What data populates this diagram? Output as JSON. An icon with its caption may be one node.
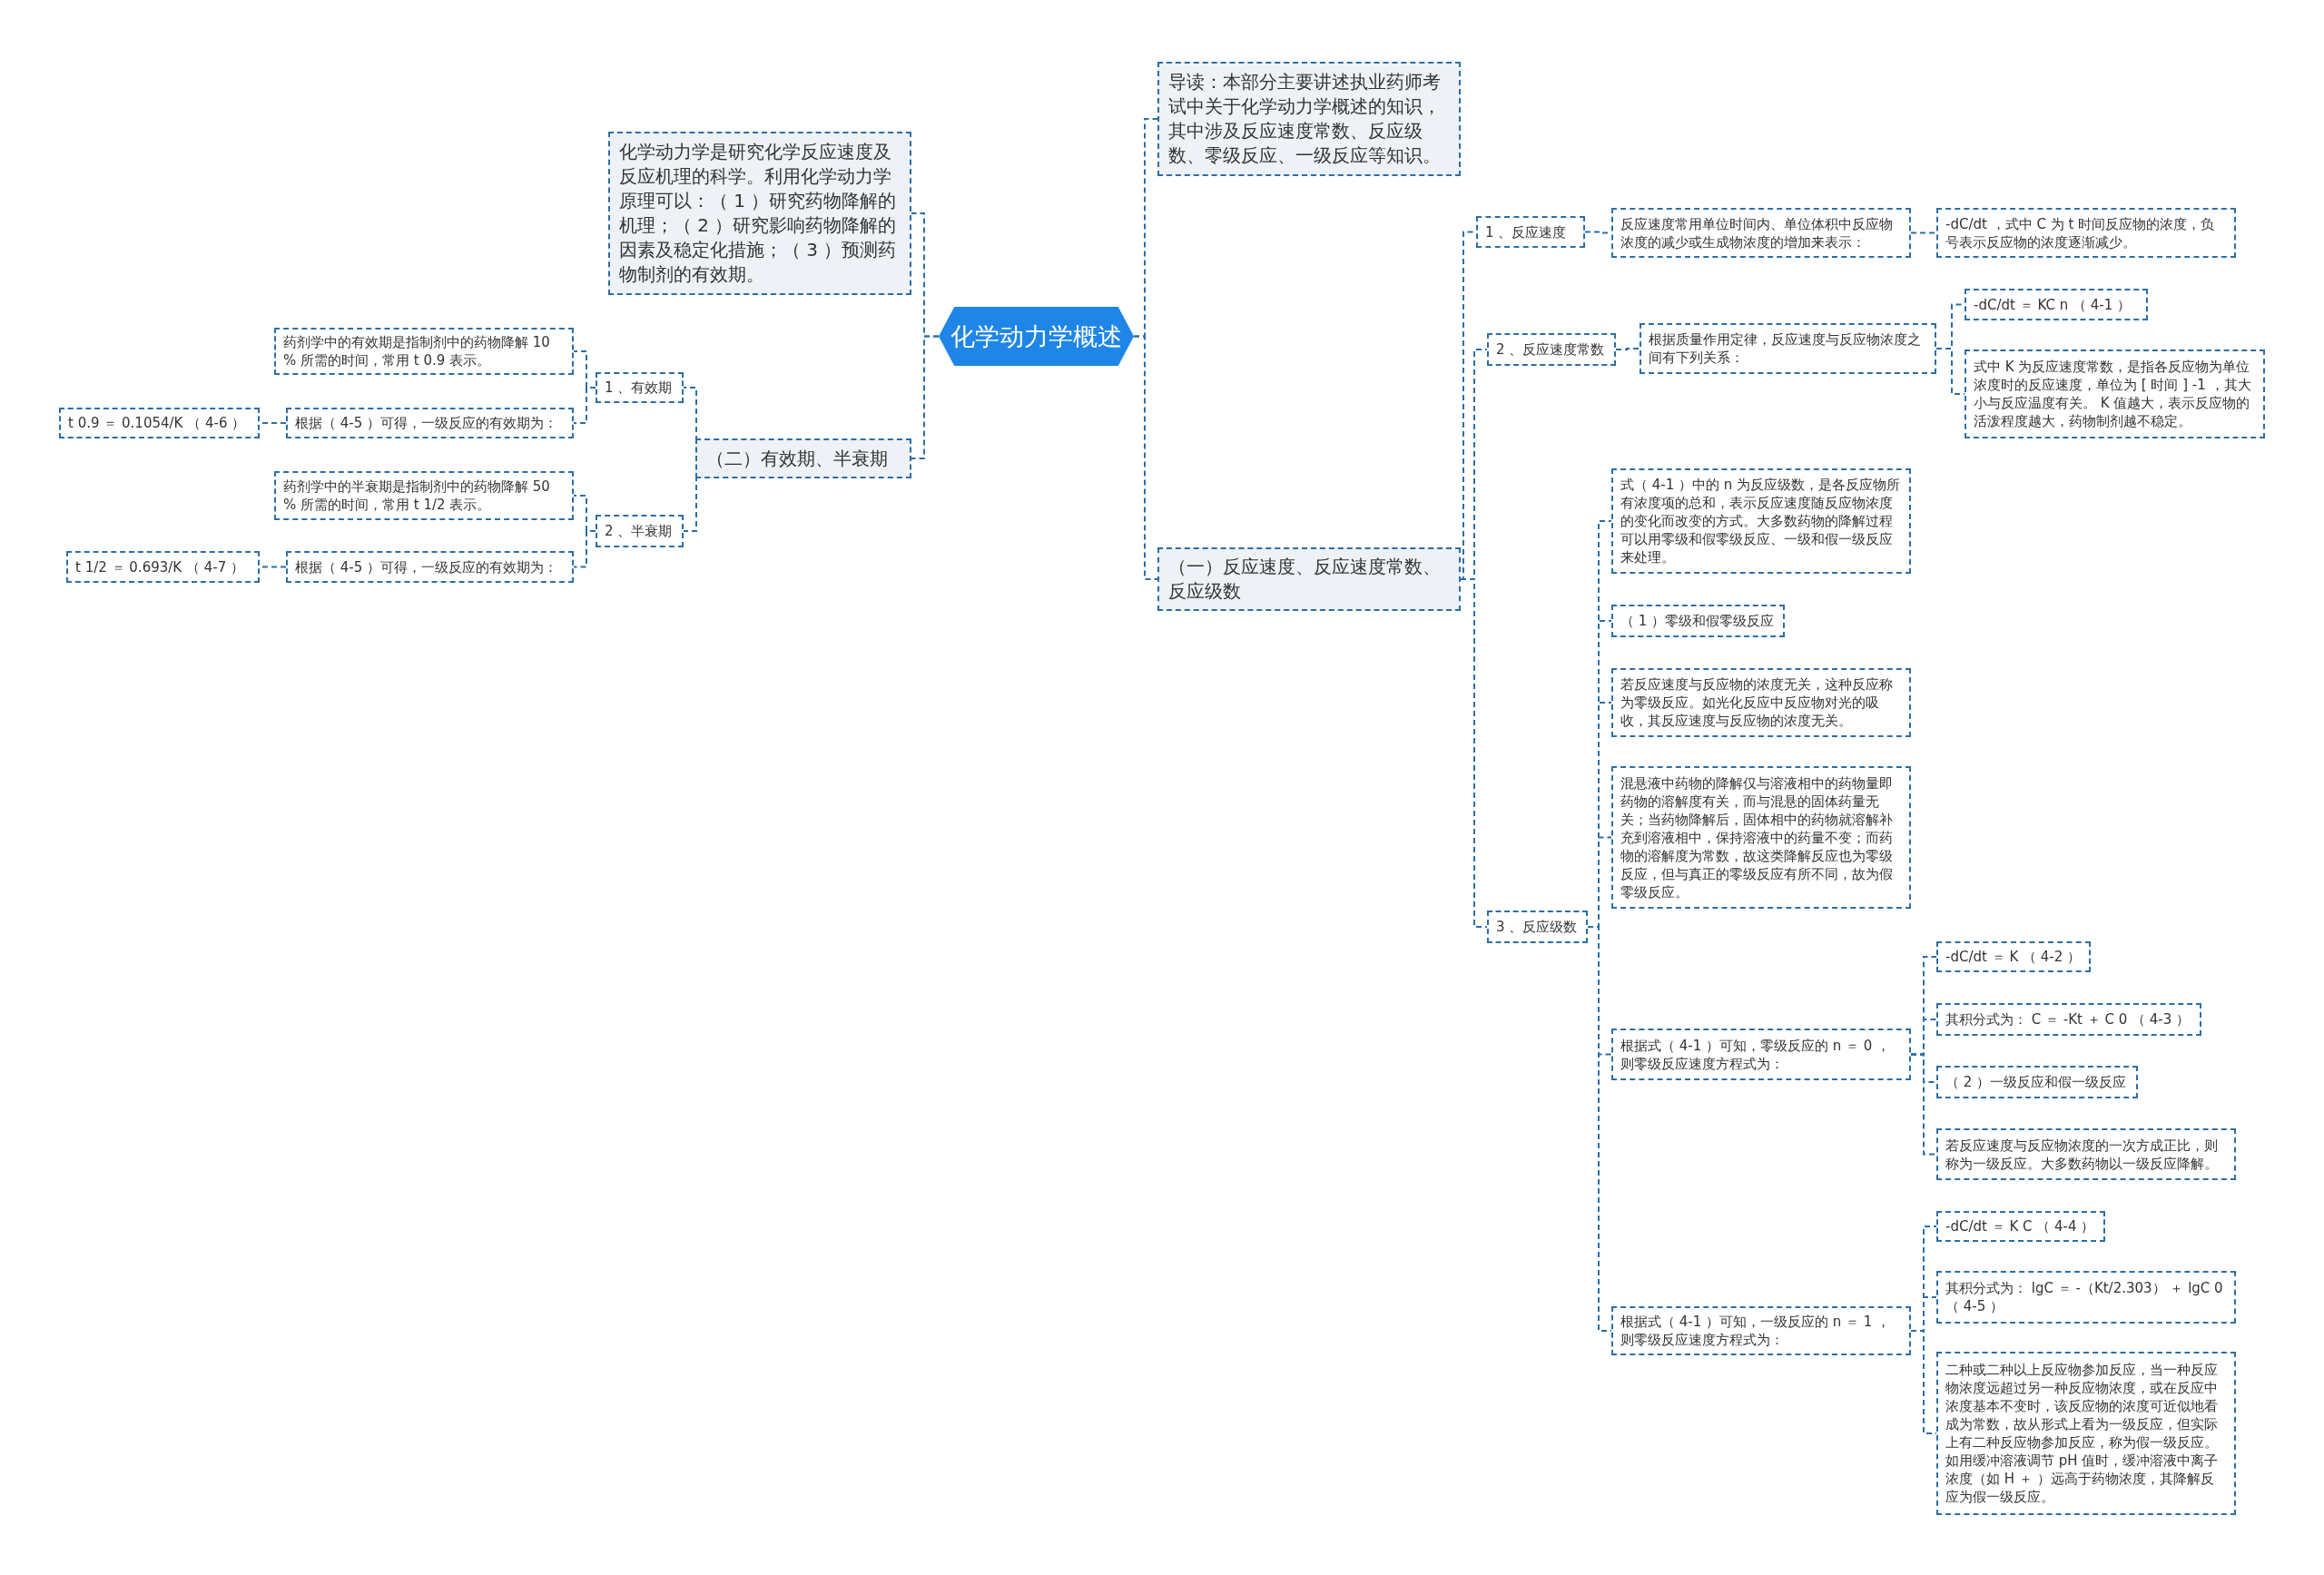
{
  "diagram": {
    "nodes": [
      {
        "text": [
          "化学动力学概述"
        ]
      },
      {
        "text": [
          "导读：本部分主要讲述执业药师考试中关于化学动力学概述的知识，其中涉及反应速度常数、反应级数、零级反应、一级反应等知识。"
        ]
      },
      {
        "text": [
          "（一）反应速度、反应速度常数、反应级数"
        ]
      },
      {
        "text": [
          "1 、反应速度"
        ]
      },
      {
        "text": [
          "反应速度常用单位时间内、单位体积中反应物浓度的减少或生成物浓度的增加来表示："
        ]
      },
      {
        "text": [
          "-dC/dt ，式中 C 为 t 时间反应物的浓度，负号表示反应物的浓度逐渐减少。"
        ]
      },
      {
        "text": [
          "2 、反应速度常数"
        ]
      },
      {
        "text": [
          "根据质量作用定律，反应速度与反应物浓度之间有下列关系："
        ]
      },
      {
        "text": [
          "-dC/dt ＝ KC n （ 4-1 ）"
        ]
      },
      {
        "text": [
          "式中 K 为反应速度常数，是指各反应物为单位浓度时的反应速度，单位为 [ 时间 ] -1 ，其大小与反应温度有关。 K 值越大，表示反应物的活泼程度越大，药物制剂越不稳定。"
        ]
      },
      {
        "text": [
          "3 、反应级数"
        ]
      },
      {
        "text": [
          "式（ 4-1 ）中的 n 为反应级数，是各反应物所有浓度项的总和，表示反应速度随反应物浓度的变化而改变的方式。大多数药物的降解过程可以用零级和假零级反应、一级和假一级反应来处理。"
        ]
      },
      {
        "text": [
          "（ 1 ）零级和假零级反应"
        ]
      },
      {
        "text": [
          "若反应速度与反应物的浓度无关，这种反应称为零级反应。如光化反应中反应物对光的吸收，其反应速度与反应物的浓度无关。"
        ]
      },
      {
        "text": [
          "混悬液中药物的降解仅与溶液相中的药物量即药物的溶解度有关，而与混悬的固体药量无关；当药物降解后，固体相中的药物就溶解补充到溶液相中，保持溶液中的药量不变；而药物的溶解度为常数，故这类降解反应也为零级反应，但与真正的零级反应有所不同，故为假零级反应。"
        ]
      },
      {
        "text": [
          "根据式（ 4-1 ）可知，零级反应的 n ＝ 0 ，则零级反应速度方程式为："
        ]
      },
      {
        "text": [
          "-dC/dt ＝ K （ 4-2 ）"
        ]
      },
      {
        "text": [
          "其积分式为： C ＝ -Kt ＋ C 0 （ 4-3 ）"
        ]
      },
      {
        "text": [
          "（ 2 ）一级反应和假一级反应"
        ]
      },
      {
        "text": [
          "若反应速度与反应物浓度的一次方成正比，则称为一级反应。大多数药物以一级反应降解。"
        ]
      },
      {
        "text": [
          "根据式（ 4-1 ）可知，一级反应的 n ＝ 1 ，则零级反应速度方程式为："
        ]
      },
      {
        "text": [
          "-dC/dt ＝ K C （ 4-4 ）"
        ]
      },
      {
        "text": [
          "其积分式为： lgC ＝ -（Kt/2.303） ＋ lgC 0 （ 4-5 ）"
        ]
      },
      {
        "text": [
          "二种或二种以上反应物参加反应，当一种反应物浓度远超过另一种反应物浓度，或在反应中浓度基本不变时，该反应物的浓度可近似地看成为常数，故从形式上看为一级反应，但实际上有二种反应物参加反应，称为假一级反应。如用缓冲溶液调节 pH 值时，缓冲溶液中离子浓度（如 H ＋ ）远高于药物浓度，其降解反应为假一级反应。"
        ]
      },
      {
        "text": [
          "化学动力学是研究化学反应速度及反应机理的科学。利用化学动力学原理可以：（ 1 ）研究药物降解的机理；（ 2 ）研究影响药物降解的因素及稳定化措施；（ 3 ）预测药物制剂的有效期。"
        ]
      },
      {
        "text": [
          "（二）有效期、半衰期"
        ]
      },
      {
        "text": [
          "1 、有效期"
        ]
      },
      {
        "text": [
          "药剂学中的有效期是指制剂中的药物降解 10 % 所需的时间，常用 t 0.9 表示。"
        ]
      },
      {
        "text": [
          "根据（ 4-5 ）可得，一级反应的有效期为："
        ]
      },
      {
        "text": [
          "t 0.9 ＝ 0.1054/K （ 4-6 ）"
        ]
      },
      {
        "text": [
          "2 、半衰期"
        ]
      },
      {
        "text": [
          "药剂学中的半衰期是指制剂中的药物降解 50 % 所需的时间，常用 t 1/2 表示。"
        ]
      },
      {
        "text": [
          "根据（ 4-5 ）可得，一级反应的有效期为："
        ]
      },
      {
        "text": [
          "t 1/2 ＝ 0.693/K （ 4-7 ）"
        ]
      }
    ],
    "edges": [
      {
        "from": 0,
        "to": 1,
        "arrow": "none",
        "style": "dashed"
      },
      {
        "from": 0,
        "to": 2,
        "arrow": "none",
        "style": "dashed"
      },
      {
        "from": 2,
        "to": 3,
        "arrow": "none",
        "style": "dashed"
      },
      {
        "from": 3,
        "to": 4,
        "arrow": "none",
        "style": "dashed"
      },
      {
        "from": 4,
        "to": 5,
        "arrow": "none",
        "style": "dashed"
      },
      {
        "from": 2,
        "to": 6,
        "arrow": "none",
        "style": "dashed"
      },
      {
        "from": 6,
        "to": 7,
        "arrow": "none",
        "style": "dashed"
      },
      {
        "from": 7,
        "to": 8,
        "arrow": "none",
        "style": "dashed"
      },
      {
        "from": 7,
        "to": 9,
        "arrow": "none",
        "style": "dashed"
      },
      {
        "from": 2,
        "to": 10,
        "arrow": "none",
        "style": "dashed"
      },
      {
        "from": 10,
        "to": 11,
        "arrow": "none",
        "style": "dashed"
      },
      {
        "from": 10,
        "to": 12,
        "arrow": "none",
        "style": "dashed"
      },
      {
        "from": 10,
        "to": 13,
        "arrow": "none",
        "style": "dashed"
      },
      {
        "from": 10,
        "to": 14,
        "arrow": "none",
        "style": "dashed"
      },
      {
        "from": 10,
        "to": 15,
        "arrow": "none",
        "style": "dashed"
      },
      {
        "from": 15,
        "to": 16,
        "arrow": "none",
        "style": "dashed"
      },
      {
        "from": 15,
        "to": 17,
        "arrow": "none",
        "style": "dashed"
      },
      {
        "from": 15,
        "to": 18,
        "arrow": "none",
        "style": "dashed"
      },
      {
        "from": 15,
        "to": 19,
        "arrow": "none",
        "style": "dashed"
      },
      {
        "from": 10,
        "to": 20,
        "arrow": "none",
        "style": "dashed"
      },
      {
        "from": 20,
        "to": 21,
        "arrow": "none",
        "style": "dashed"
      },
      {
        "from": 20,
        "to": 22,
        "arrow": "none",
        "style": "dashed"
      },
      {
        "from": 20,
        "to": 23,
        "arrow": "none",
        "style": "dashed"
      },
      {
        "from": 0,
        "to": 24,
        "arrow": "none",
        "style": "dashed"
      },
      {
        "from": 0,
        "to": 25,
        "arrow": "none",
        "style": "dashed"
      },
      {
        "from": 25,
        "to": 26,
        "arrow": "none",
        "style": "dashed"
      },
      {
        "from": 26,
        "to": 27,
        "arrow": "none",
        "style": "dashed"
      },
      {
        "from": 26,
        "to": 28,
        "arrow": "none",
        "style": "dashed"
      },
      {
        "from": 28,
        "to": 29,
        "arrow": "none",
        "style": "dashed"
      },
      {
        "from": 25,
        "to": 30,
        "arrow": "none",
        "style": "dashed"
      },
      {
        "from": 30,
        "to": 31,
        "arrow": "none",
        "style": "dashed"
      },
      {
        "from": 30,
        "to": 32,
        "arrow": "none",
        "style": "dashed"
      },
      {
        "from": 32,
        "to": 33,
        "arrow": "none",
        "style": "dashed"
      }
    ]
  }
}
